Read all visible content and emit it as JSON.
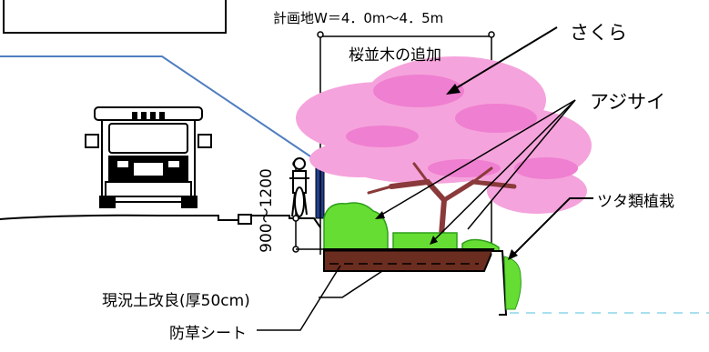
{
  "labels": {
    "site_width": "計画地W＝4．0m～4．5m",
    "cherry_rows": "桜並木の追加",
    "sakura": "さくら",
    "ajisai": "アジサイ",
    "ivy_planting": "ツタ類植栽",
    "fence_height": "900～1200",
    "soil_improvement": "現況土改良(厚50cm)",
    "weed_sheet": "防草シート"
  },
  "colors": {
    "blossom": "#f5a3dc",
    "blossom_deep": "#ef7fd0",
    "shrub": "#66dd33",
    "shrub_edge": "#2e9e1a",
    "soil": "#6b2d20",
    "leader_blue": "#4f7ec0",
    "water_line": "#a8e0ee",
    "fence": "#1f3f8f"
  }
}
